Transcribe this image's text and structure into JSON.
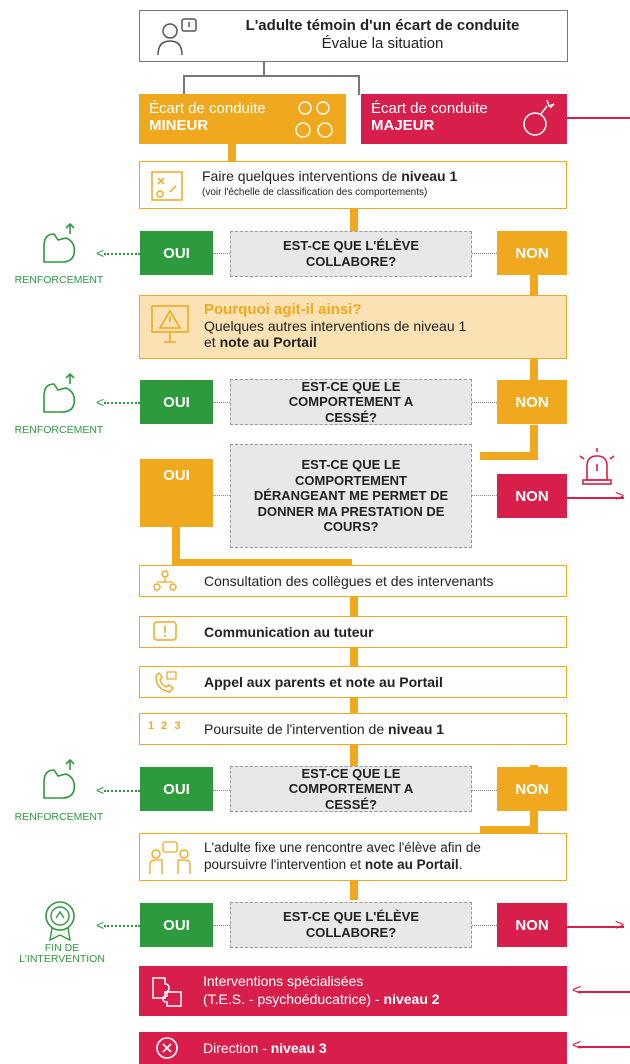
{
  "header": {
    "title": "L'adulte témoin d'un écart de conduite",
    "subtitle": "Évalue la situation"
  },
  "minor": {
    "line1": "Écart de conduite",
    "line2": "MINEUR"
  },
  "major": {
    "line1": "Écart de conduite",
    "line2": "MAJEUR"
  },
  "step1": {
    "text_pre": "Faire quelques interventions de ",
    "text_bold": "niveau 1",
    "note": "(voir l'échelle de classification des comportements)"
  },
  "q1": {
    "text": "EST-CE QUE L'ÉLÈVE COLLABORE?"
  },
  "q2": {
    "text": "EST-CE QUE LE COMPORTEMENT A CESSÉ?"
  },
  "q3": {
    "text": "EST-CE QUE LE COMPORTEMENT DÉRANGEANT ME PERMET DE DONNER MA PRESTATION DE COURS?"
  },
  "q4": {
    "text": "EST-CE QUE LE COMPORTEMENT A CESSÉ?"
  },
  "q5": {
    "text": "EST-CE QUE L'ÉLÈVE COLLABORE?"
  },
  "yes": "OUI",
  "no": "NON",
  "reinforcement": "RENFORCEMENT",
  "end_of_intervention": "FIN DE L'INTERVENTION",
  "why": {
    "title": "Pourquoi agit-il ainsi?",
    "line1": "Quelques autres interventions de niveau 1",
    "line2_pre": "et ",
    "line2_bold": "note au Portail"
  },
  "consult": "Consultation des collègues et des intervenants",
  "tutor": "Communication au tuteur",
  "parents": "Appel aux parents et note au Portail",
  "continue": {
    "pre": "Poursuite de l'intervention de ",
    "bold": "niveau 1"
  },
  "meeting": {
    "line1": "L'adulte fixe une rencontre avec l'élève afin de",
    "line2_pre": "poursuivre l'intervention et ",
    "line2_bold": "note au Portail",
    "line2_end": "."
  },
  "specialized": {
    "line1": "Interventions spécialisées",
    "line2_pre": "(T.E.S. - psychoéducatrice) - ",
    "line2_bold": "niveau 2"
  },
  "direction": {
    "pre": "Direction - ",
    "bold": "niveau 3"
  },
  "colors": {
    "orange": "#f0a81e",
    "red": "#d81e4b",
    "green": "#2e9a3e",
    "grey": "#e8e8e8"
  }
}
